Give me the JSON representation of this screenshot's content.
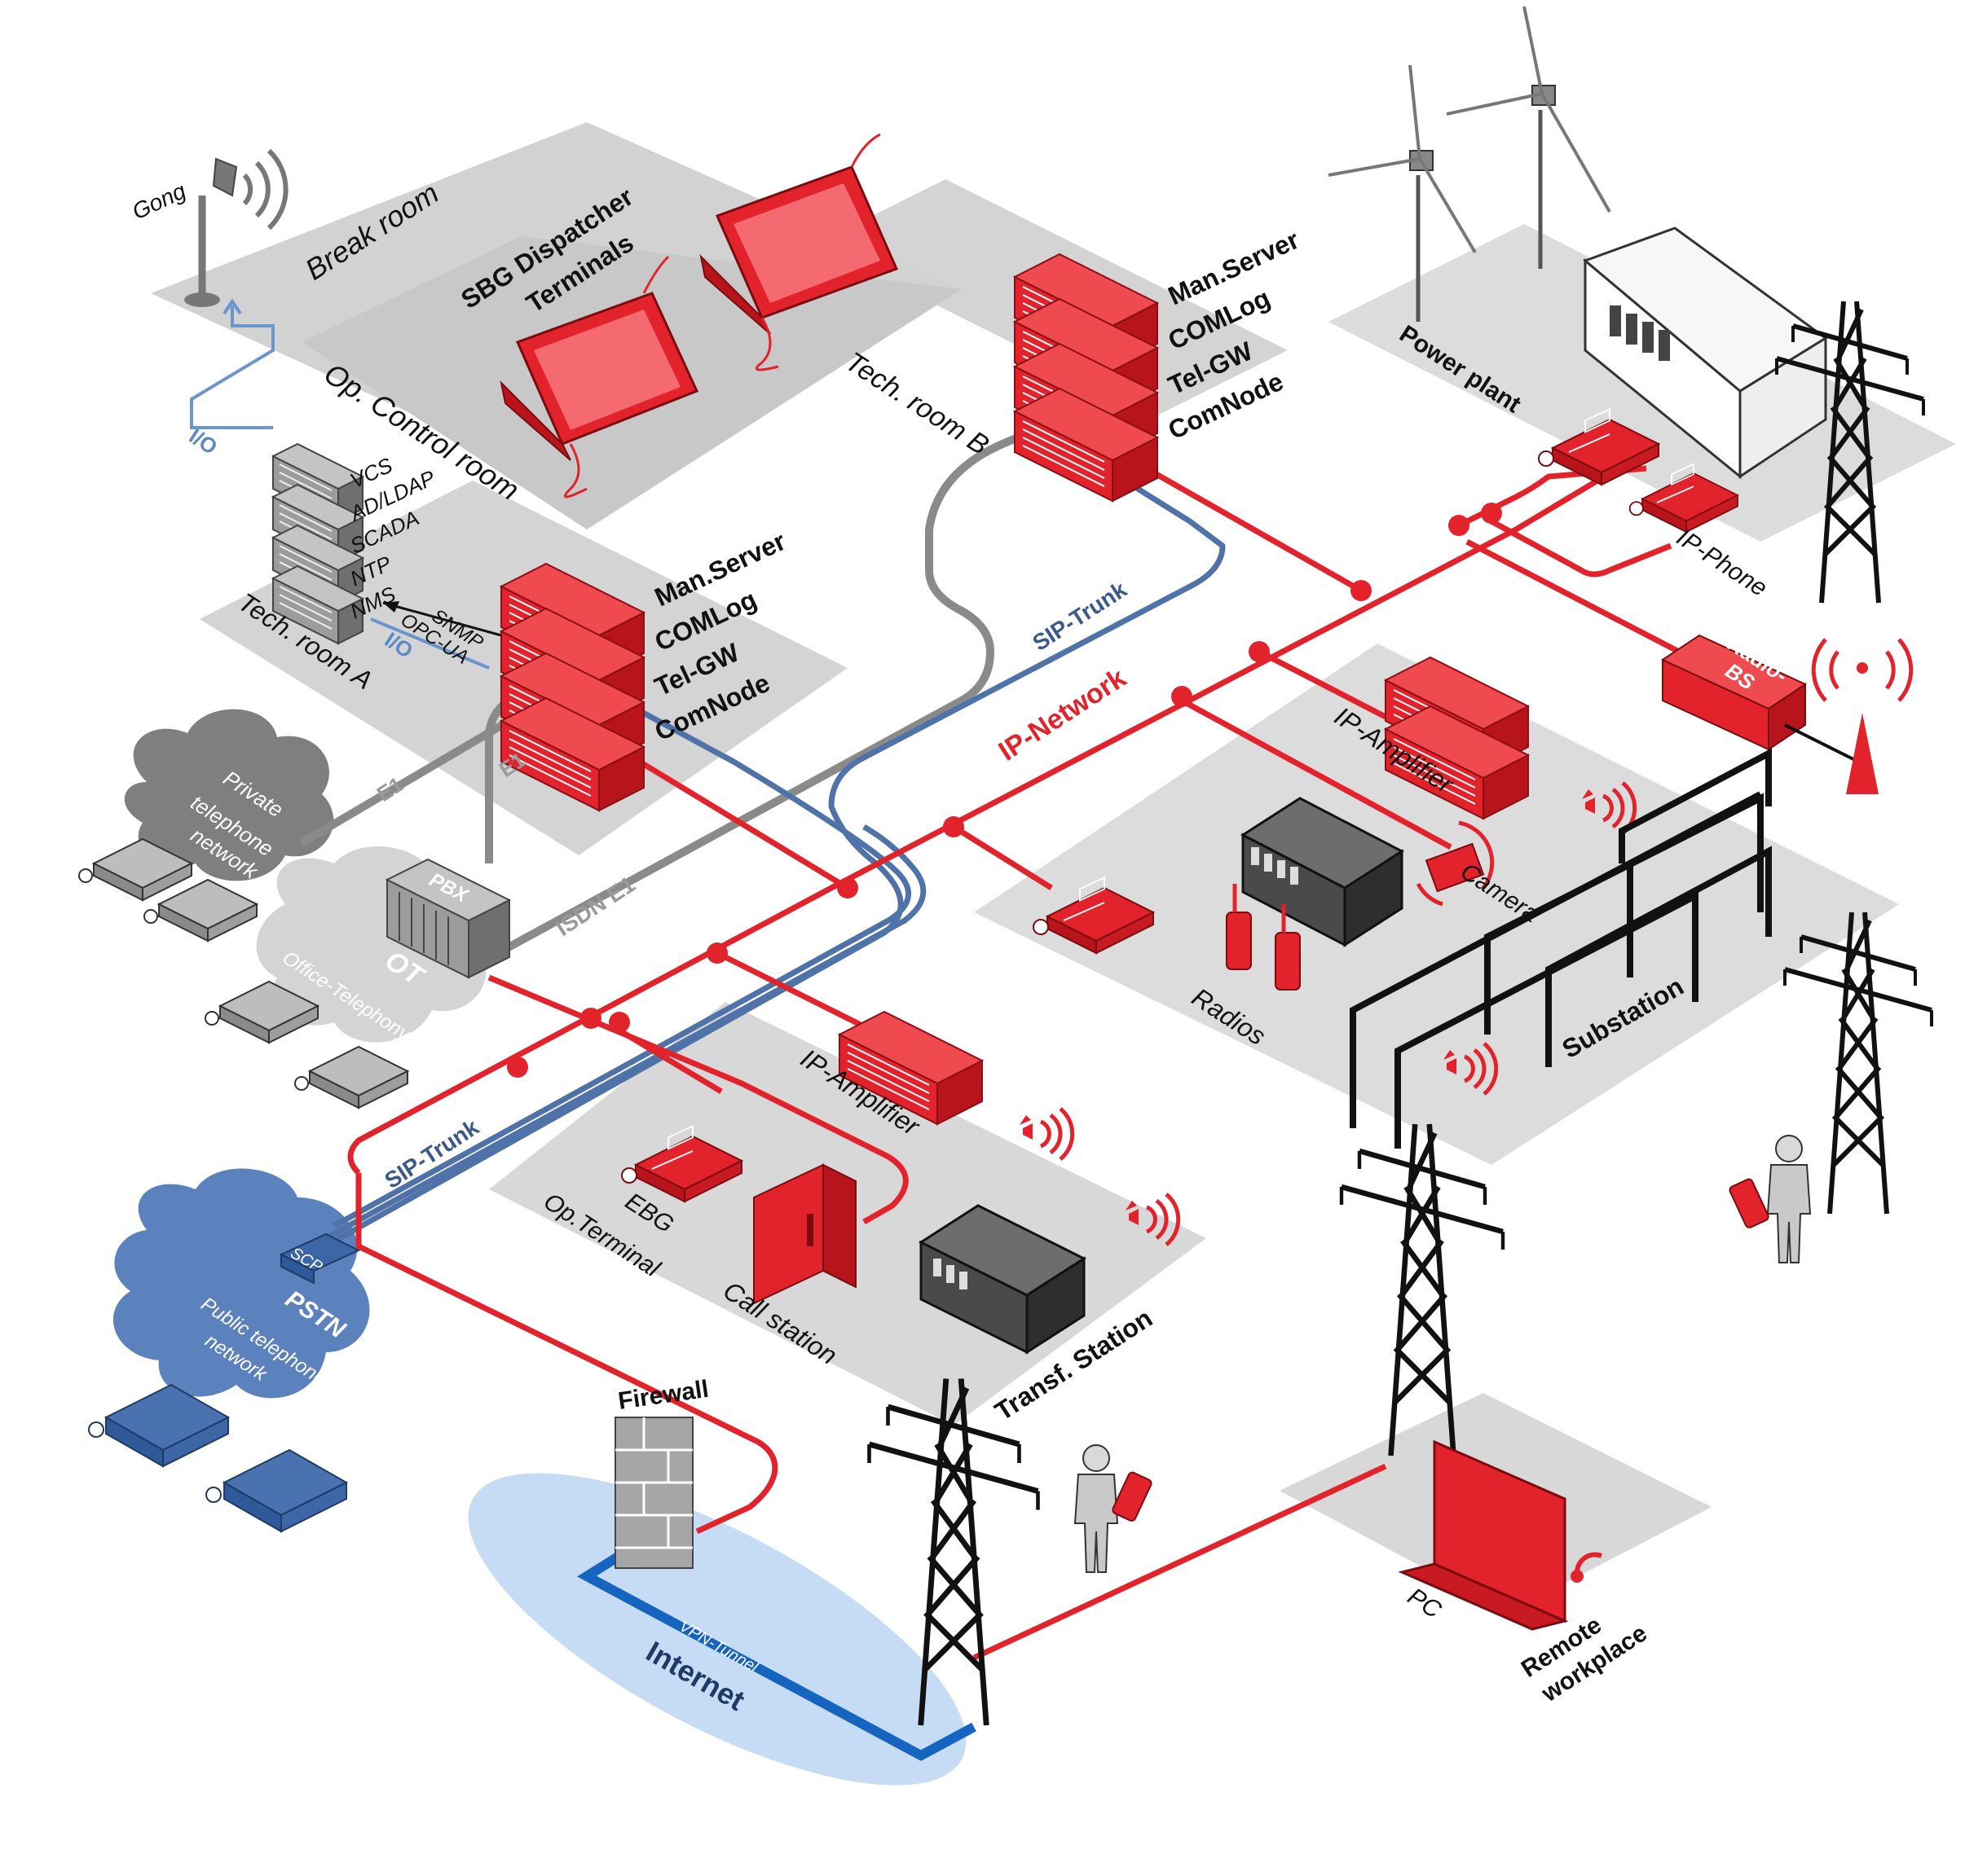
{
  "colors": {
    "network_red": "#e3232c",
    "sip_blue": "#4f72a8",
    "e1_grey": "#8a8a8a",
    "floor_grey": "#d6d6d6",
    "pstn_blue": "#5b82bd",
    "internet_blue": "#c6dcf5",
    "io_blue": "#6a95cf"
  },
  "rooms": {
    "break_room": "Break room",
    "op_control_room": "Op. Control room",
    "tech_room_a": "Tech. room A",
    "tech_room_b": "Tech. room B",
    "power_plant": "Power plant",
    "substation": "Substation",
    "transf_station": "Transf. Station",
    "remote_workplace_1": "Remote",
    "remote_workplace_2": "workplace"
  },
  "dispatcher": {
    "line1": "SBG Dispatcher",
    "line2": "Terminals"
  },
  "server_stack_a": [
    "Man.Server",
    "COMLog",
    "Tel-GW",
    "ComNode"
  ],
  "server_stack_b": [
    "Man.Server",
    "COMLog",
    "Tel-GW",
    "ComNode"
  ],
  "third_party": [
    "VCS",
    "AD/LDAP",
    "SCADA",
    "NTP",
    "NMS"
  ],
  "links": {
    "snmp": "SNMP",
    "opcua": "OPC-UA",
    "io_upper": "I/O",
    "io_lower": "I/O",
    "e1_a": "E1",
    "e1_b": "E1",
    "isdn_e1": "ISDN E1",
    "sip_trunk_top": "SIP-Trunk",
    "sip_trunk_bottom": "SIP-Trunk",
    "ip_network": "IP-Network",
    "vpn_tunnel": "VPN-Tunnel"
  },
  "clouds": {
    "private_1": "Private",
    "private_2": "telephone",
    "private_3": "network",
    "ot_1": "OT",
    "ot_2": "Office-Telephony",
    "pstn_1": "PSTN",
    "pstn_2": "Public telephone",
    "pstn_3": "network",
    "internet": "Internet"
  },
  "devices": {
    "gong": "Gong",
    "pbx": "PBX",
    "scp": "SCP",
    "firewall": "Firewall",
    "ip_phone": "IP-Phone",
    "radio_bs_1": "Radio-",
    "radio_bs_2": "BS",
    "ip_amplifier_top": "IP-Amplifier",
    "camera": "Camera",
    "radios": "Radios",
    "ip_amplifier_bottom": "IP-Amplifier",
    "ebg_1": "EBG",
    "ebg_2": "Op.Terminal",
    "call_station": "Call station",
    "pc": "PC"
  },
  "icon_names": [
    "server-rack-icon",
    "dispatcher-terminal-icon",
    "wind-turbine-icon",
    "power-pylon-icon",
    "ip-phone-icon",
    "radio-base-station-icon",
    "amplifier-icon",
    "camera-icon",
    "walkie-talkie-icon",
    "call-station-icon",
    "firewall-icon",
    "laptop-icon",
    "worker-icon",
    "speaker-icon",
    "gong-icon",
    "cloud-icon"
  ]
}
